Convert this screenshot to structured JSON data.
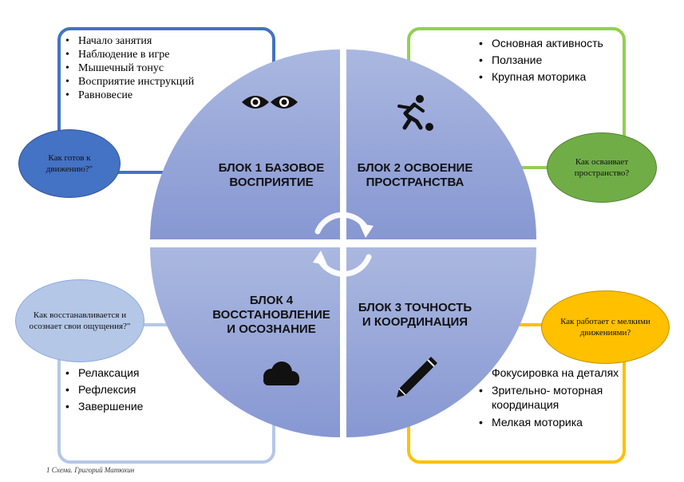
{
  "blocks": [
    {
      "title": "БЛОК 1 БАЗОВОЕ\nВОСПРИЯТИЕ",
      "icon": "eyes-icon",
      "question": "Как готов к движению?\"",
      "color": "#4472c4",
      "items": [
        "Начало занятия",
        "Наблюдение в игре",
        "Мышечный тонус",
        "Восприятие инструкций",
        "Равновесие"
      ]
    },
    {
      "title": "БЛОК 2 ОСВОЕНИЕ\nПРОСТРАНСТВА",
      "icon": "soccer-player-icon",
      "question": "Как осваивает пространство?",
      "color": "#70ad47",
      "items": [
        "Основная активность",
        "Ползание",
        "Крупная моторика"
      ]
    },
    {
      "title": "БЛОК 3 ТОЧНОСТЬ\nИ КООРДИНАЦИЯ",
      "icon": "pencil-icon",
      "question": "Как работает с мелкими движениями?",
      "color": "#ffc000",
      "items": [
        "Фокусировка на деталях",
        "Зрительно- моторная координация",
        "Мелкая моторика"
      ]
    },
    {
      "title": "БЛОК 4\nВОССТАНОВЛЕНИЕ\nИ ОСОЗНАНИЕ",
      "icon": "cloud-icon",
      "question": "Как восстанавливается и осознает свои ощущения?\"",
      "color": "#9dc3e6",
      "items": [
        "Релаксация",
        "Рефлексия",
        "Завершение"
      ]
    }
  ],
  "center_icon": "cycle-arrows-icon",
  "caption": "1 Схема. Григорий Матюхин"
}
